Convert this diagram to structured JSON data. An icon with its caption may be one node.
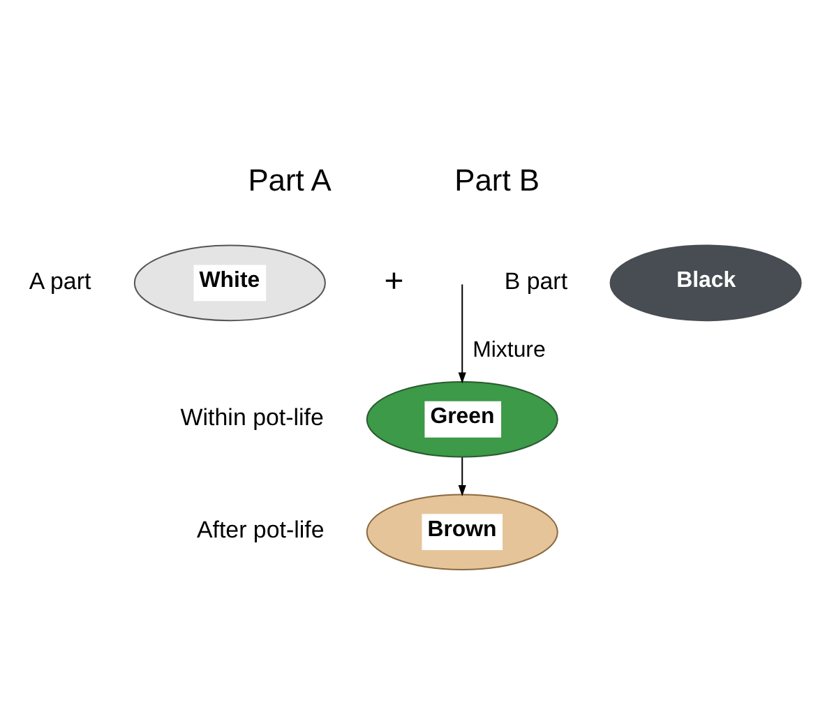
{
  "diagram": {
    "nodes": [
      {
        "text": [
          "White"
        ],
        "beside": [
          "A part"
        ]
      },
      {
        "text": [
          "Black"
        ],
        "beside": [
          "B part"
        ]
      },
      {
        "text": [
          "Green"
        ],
        "beside": [
          "Within pot-life"
        ]
      },
      {
        "text": [
          "Brown"
        ],
        "beside": [
          "After pot-life"
        ]
      }
    ],
    "edges": [
      {
        "from": null,
        "to": 2,
        "arrow": "to",
        "label": "Mixture"
      },
      {
        "from": 2,
        "to": 3,
        "arrow": "to"
      }
    ],
    "labels": [
      "Part A",
      "Part B",
      "+"
    ]
  }
}
